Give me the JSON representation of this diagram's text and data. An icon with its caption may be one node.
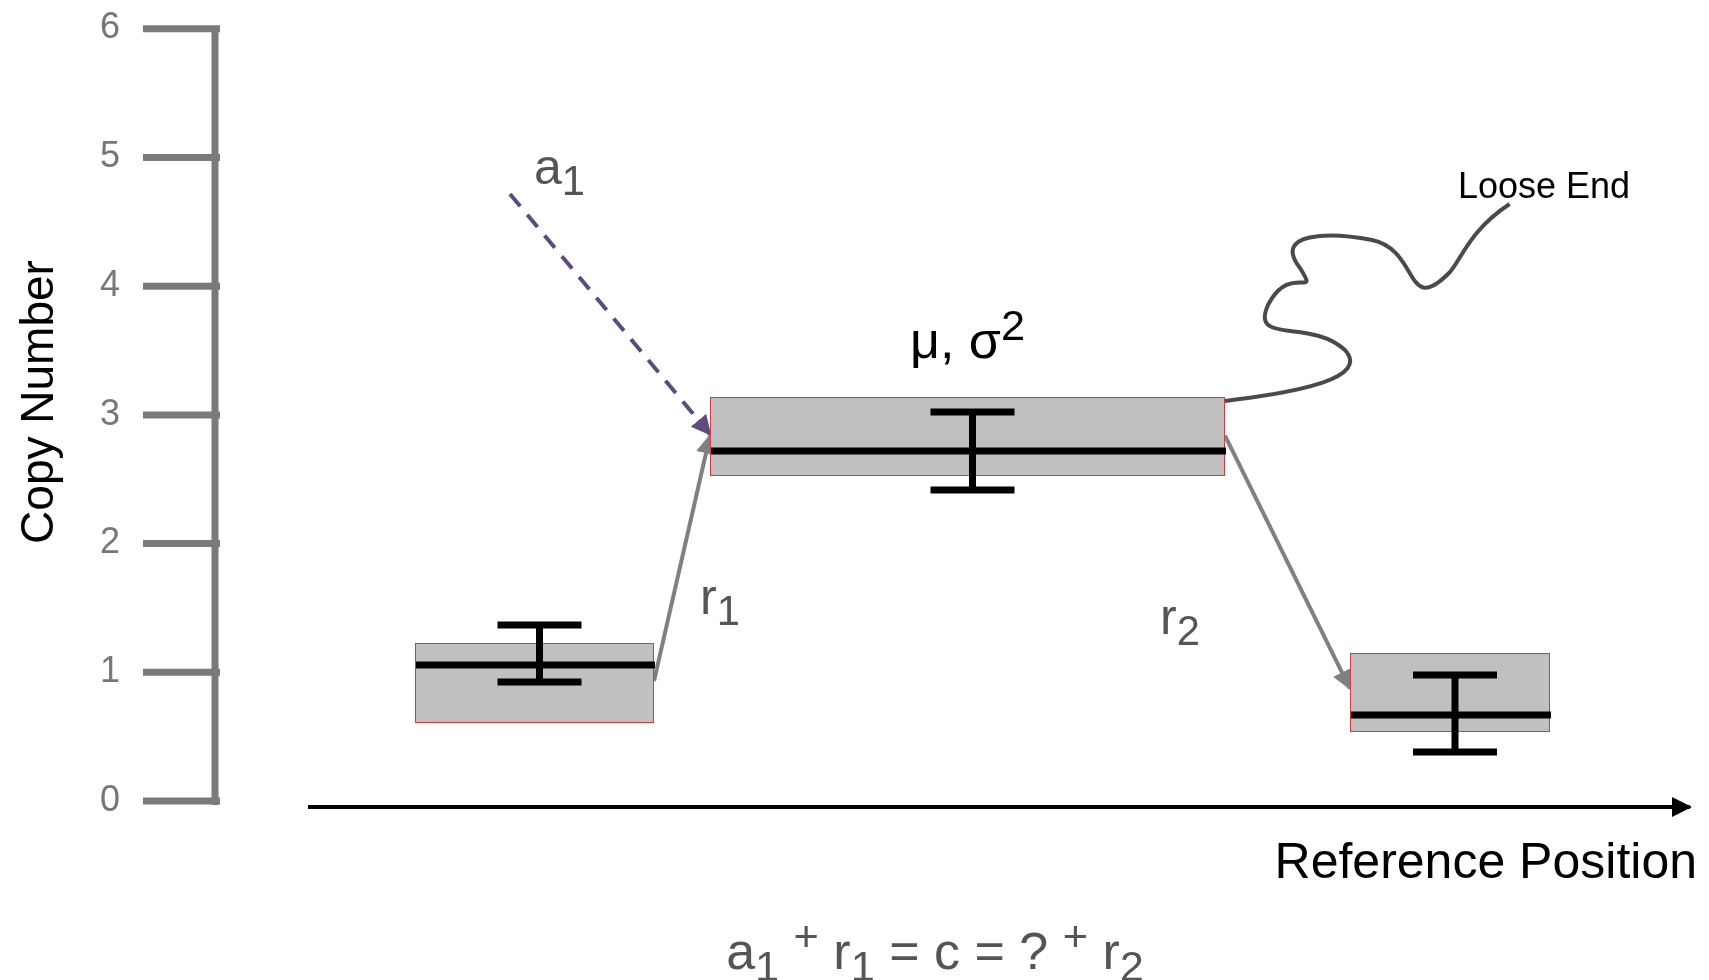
{
  "diagram": {
    "nodes": [
      {
        "text": [],
        "shape": "box"
      },
      {
        "text": [
          "μ, σ$^{2}$"
        ]
      },
      {
        "text": [],
        "shape": "box"
      },
      {
        "text": [
          "Loose End"
        ]
      }
    ],
    "edges": [
      {
        "from": 0,
        "to": 1,
        "arrow": "to",
        "label": "r$_{1}$"
      },
      {
        "from": 1,
        "to": 2,
        "arrow": "to",
        "label": "r$_{2}$"
      },
      {
        "from": null,
        "to": 1,
        "arrow": "to",
        "label": "a$_{1}$",
        "style": "dashed",
        "color": "#5e4b7d"
      },
      {
        "from": 1,
        "to": 3,
        "arrow": "none",
        "color": "#4a4a4a"
      }
    ],
    "labels": [
      "6",
      "5",
      "4",
      "3",
      "2",
      "1",
      "0",
      "Copy Number",
      "Reference Position",
      "a$_{1}$ $^{+}$ r$_{1}$ = c = ? $^{+}$ r$_{2}$"
    ]
  }
}
